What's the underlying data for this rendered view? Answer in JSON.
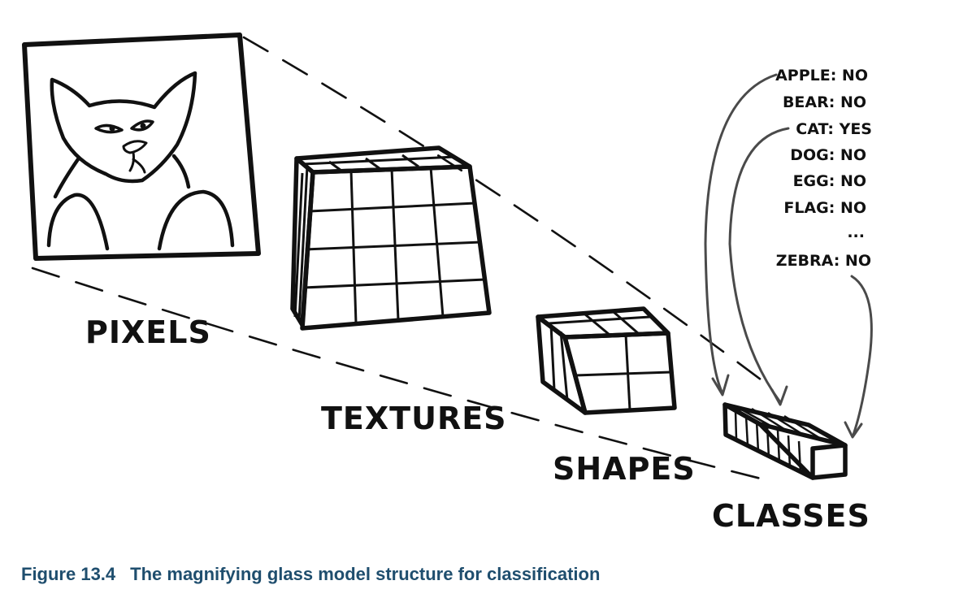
{
  "stages": {
    "pixels": "PIXELS",
    "textures": "TEXTURES",
    "shapes": "SHAPES",
    "classes": "CLASSES"
  },
  "class_list": [
    "APPLE: NO",
    "BEAR: NO",
    "CAT: YES",
    "DOG: NO",
    "EGG: NO",
    "FLAG: NO",
    "...",
    "ZEBRA: NO"
  ],
  "caption": {
    "number": "Figure 13.4",
    "text": "The magnifying glass model structure for classification"
  },
  "colors": {
    "ink": "#111111",
    "arrow": "#4a4a4a",
    "caption": "#1f4e6e"
  }
}
